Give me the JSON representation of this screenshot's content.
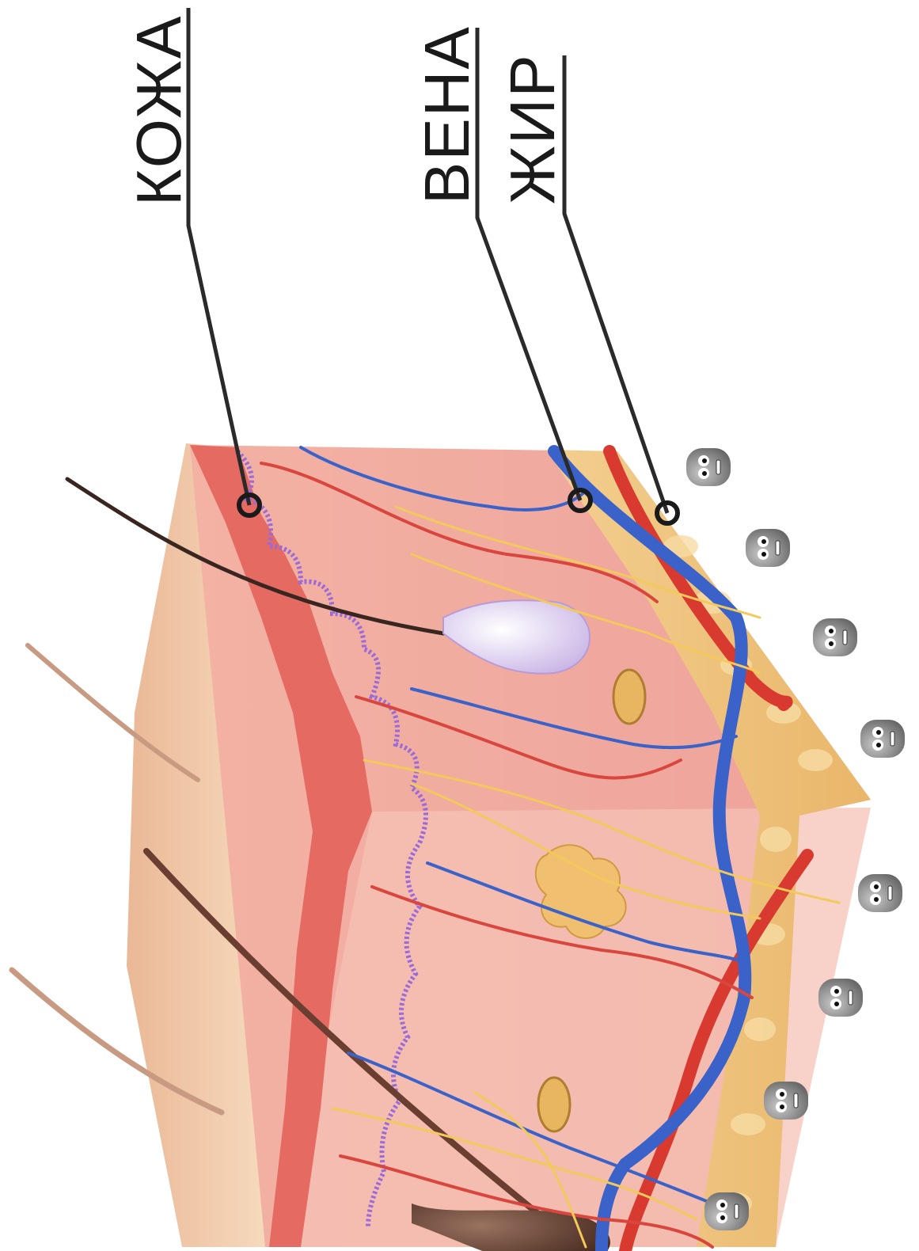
{
  "labels": {
    "skin": "КОЖА",
    "vein": "ВЕНА",
    "fat": "ЖИР"
  },
  "colors": {
    "skin_surface": "#f3c9a6",
    "dermis": "#f0a8a0",
    "epidermis": "#e0605c",
    "fat": "#f0d08a",
    "artery": "#d83a30",
    "vein": "#3a62c8",
    "nerve": "#f2c95a",
    "follicle_light": "#e6d8f2",
    "follicle_dark": "#5a3a2e",
    "leader_line": "#2a2a2a",
    "face_icon": "#888888"
  },
  "icons": [
    "face-icon",
    "face-icon",
    "face-icon",
    "face-icon",
    "face-icon",
    "face-icon",
    "face-icon",
    "face-icon"
  ]
}
